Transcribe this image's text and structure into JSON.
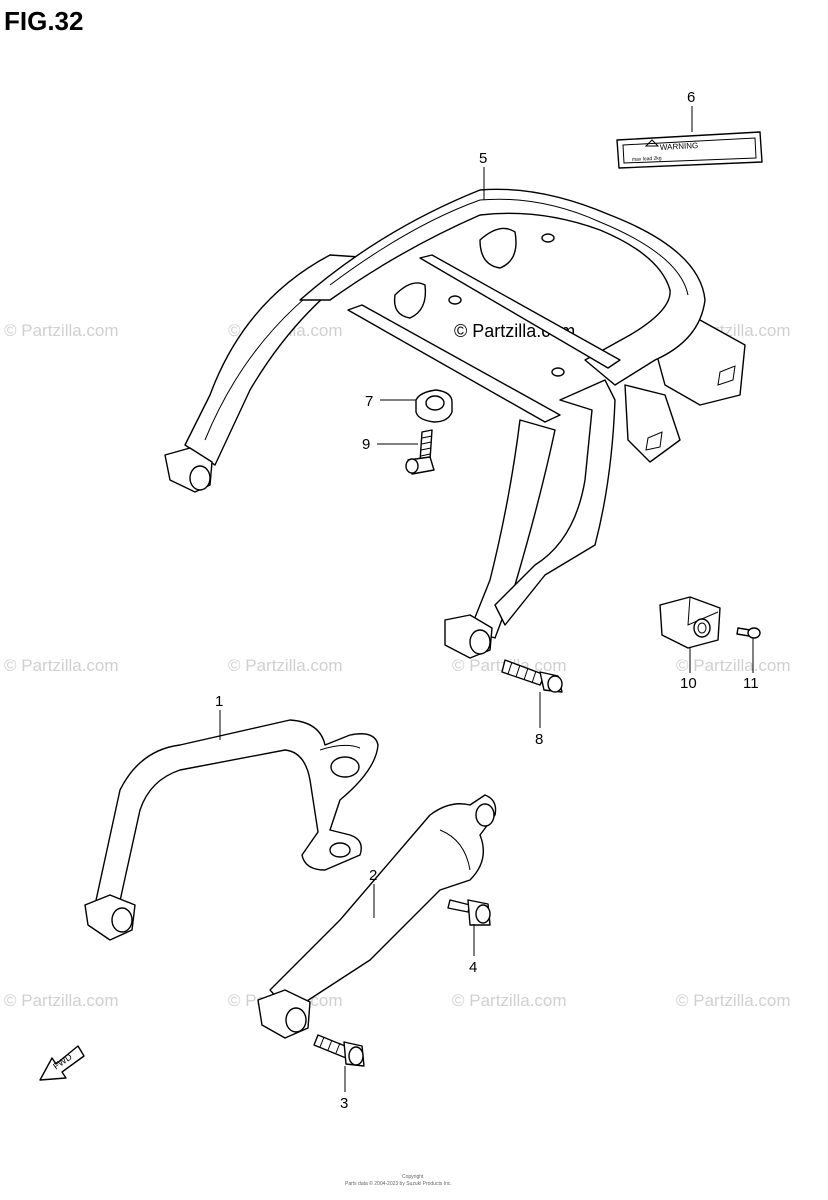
{
  "figure": {
    "title": "FIG.32"
  },
  "callouts": [
    {
      "id": "1",
      "label": "1"
    },
    {
      "id": "2",
      "label": "2"
    },
    {
      "id": "3",
      "label": "3"
    },
    {
      "id": "4",
      "label": "4"
    },
    {
      "id": "5",
      "label": "5"
    },
    {
      "id": "6",
      "label": "6"
    },
    {
      "id": "7",
      "label": "7"
    },
    {
      "id": "8",
      "label": "8"
    },
    {
      "id": "9",
      "label": "9"
    },
    {
      "id": "10",
      "label": "10"
    },
    {
      "id": "11",
      "label": "11"
    }
  ],
  "warning_label": {
    "heading": "WARNING",
    "line": "max load 2kg"
  },
  "watermark": {
    "text": "© Partzilla.com",
    "center_text": "© Partzilla.com"
  },
  "fwd_arrow": {
    "text": "FWD"
  },
  "copyright": {
    "line1": "Copyright",
    "line2": "Parts data © 2004-2023 by Suzuki Products Inc."
  }
}
